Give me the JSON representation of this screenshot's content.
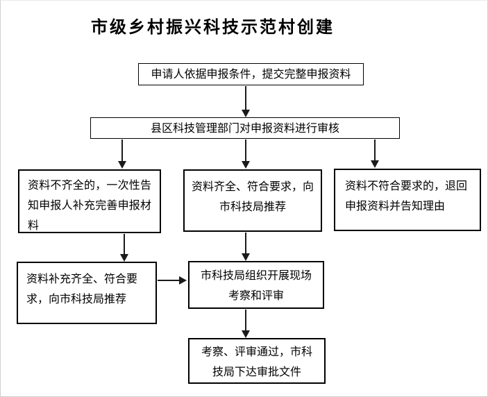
{
  "title": "市级乡村振兴科技示范村创建",
  "nodes": {
    "apply": {
      "label": "申请人依据申报条件，提交完整申报资料"
    },
    "county_review": {
      "label": "县区科技管理部门对申报资料进行审核"
    },
    "incomplete": {
      "label": "资料不齐全的，一次性告知申报人补充完善申报材料"
    },
    "qualified": {
      "label": "资料齐全、符合要求，向市科技局推荐"
    },
    "rejected": {
      "label": "资料不符合要求的，退回申报资料并告知理由"
    },
    "supplemented": {
      "label": "资料补充齐全、符合要求，向市科技局推荐"
    },
    "site_inspection": {
      "label": "市科技局组织开展现场考察和评审"
    },
    "approval": {
      "label": "考察、评审通过，市科技局下达审批文件"
    }
  },
  "edges": [
    {
      "from": "apply",
      "to": "county_review",
      "direction": "down"
    },
    {
      "from": "county_review",
      "to": "incomplete",
      "direction": "down"
    },
    {
      "from": "county_review",
      "to": "qualified",
      "direction": "down"
    },
    {
      "from": "county_review",
      "to": "rejected",
      "direction": "down"
    },
    {
      "from": "incomplete",
      "to": "supplemented",
      "direction": "down"
    },
    {
      "from": "qualified",
      "to": "site_inspection",
      "direction": "down"
    },
    {
      "from": "supplemented",
      "to": "site_inspection",
      "direction": "right"
    },
    {
      "from": "site_inspection",
      "to": "approval",
      "direction": "down"
    }
  ],
  "colors": {
    "background": "#ffffff",
    "box_border": "#000000",
    "line": "#1a1a1a",
    "text": "#000000"
  }
}
